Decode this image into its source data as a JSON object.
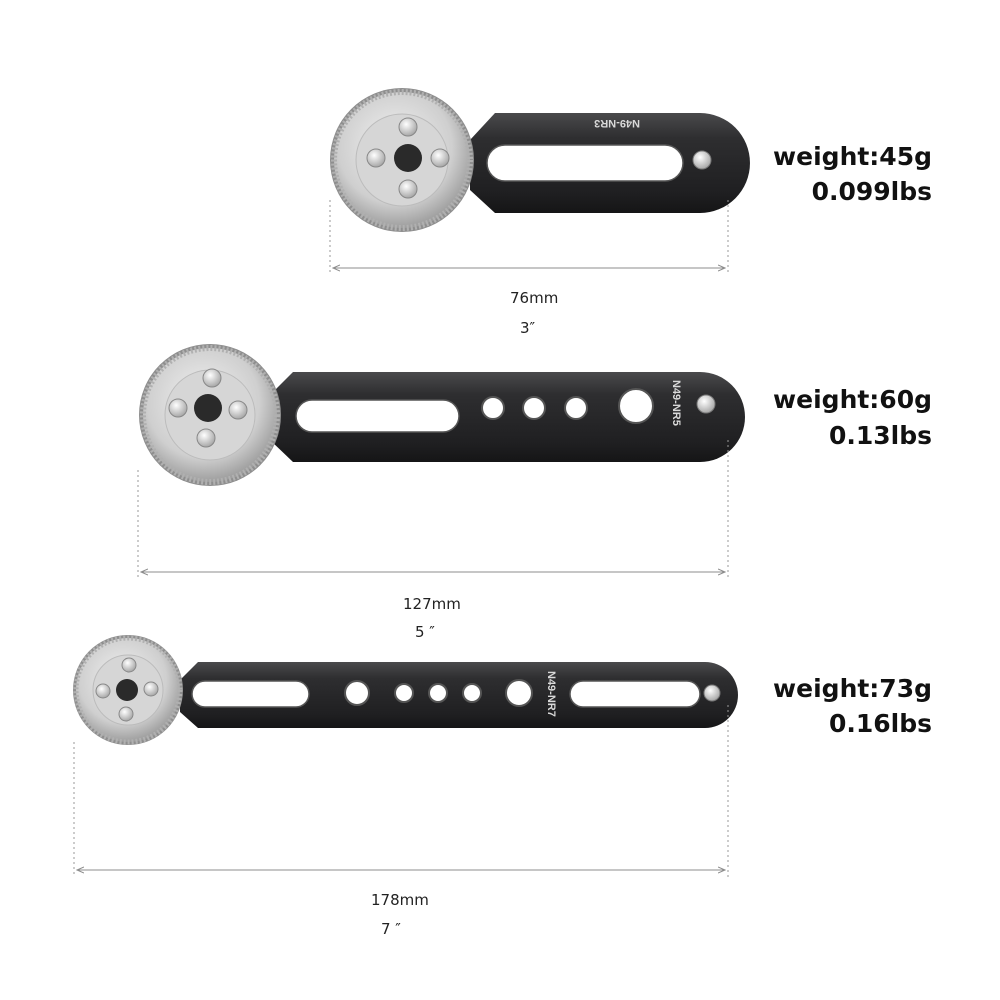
{
  "products": [
    {
      "model": "N49-NR3",
      "weight_g": "weight:45g",
      "weight_lbs": "0.099lbs",
      "length_mm": "76mm",
      "length_in": "3″"
    },
    {
      "model": "N49-NR5",
      "weight_g": "weight:60g",
      "weight_lbs": "0.13lbs",
      "length_mm": "127mm",
      "length_in": "5 ″"
    },
    {
      "model": "N49-NR7",
      "weight_g": "weight:73g",
      "weight_lbs": "0.16lbs",
      "length_mm": "178mm",
      "length_in": "7 ″"
    }
  ],
  "colors": {
    "arm": "#2b2b2d",
    "rosette": "#c9c9c9",
    "dimension_line": "#8c8c8c"
  }
}
